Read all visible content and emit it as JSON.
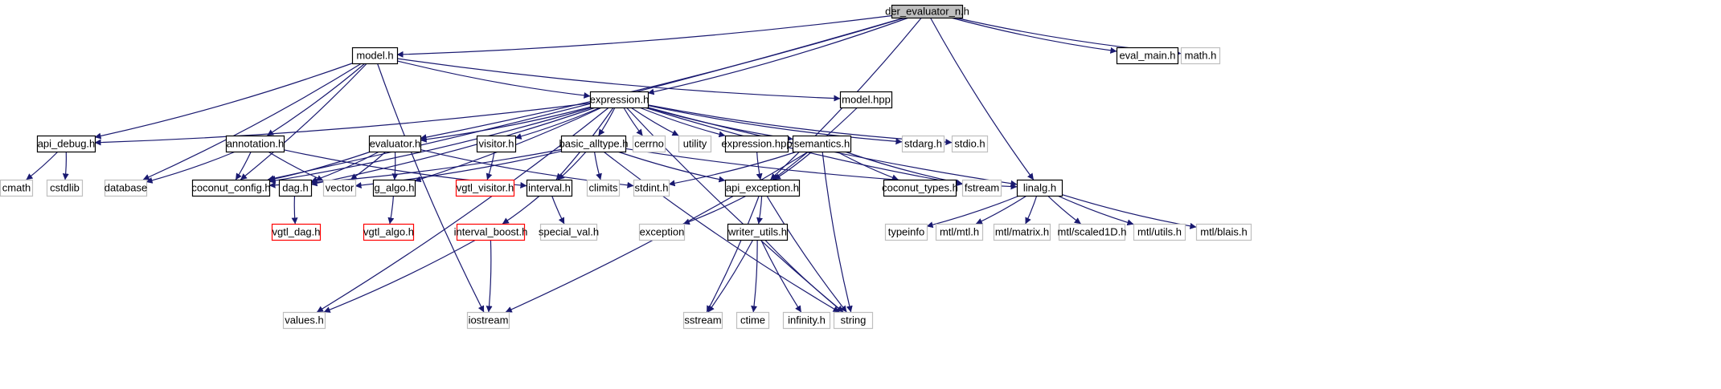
{
  "colors": {
    "edge": "#191970",
    "node_border_normal": "#000000",
    "node_border_external": "#bfbfbf",
    "node_border_missing": "#ff0000",
    "root_fill": "#bfbfbf",
    "node_fill": "#ffffff"
  },
  "nodes": [
    {
      "id": "der_evaluator_n",
      "label": "der_evaluator_n.h",
      "kind": "root"
    },
    {
      "id": "model_h",
      "label": "model.h",
      "kind": "normal"
    },
    {
      "id": "eval_main",
      "label": "eval_main.h",
      "kind": "normal"
    },
    {
      "id": "math_h",
      "label": "math.h",
      "kind": "external"
    },
    {
      "id": "expression_h",
      "label": "expression.h",
      "kind": "normal"
    },
    {
      "id": "model_hpp",
      "label": "model.hpp",
      "kind": "normal"
    },
    {
      "id": "api_debug",
      "label": "api_debug.h",
      "kind": "normal"
    },
    {
      "id": "annotation",
      "label": "annotation.h",
      "kind": "normal"
    },
    {
      "id": "evaluator",
      "label": "evaluator.h",
      "kind": "normal"
    },
    {
      "id": "visitor",
      "label": "visitor.h",
      "kind": "normal"
    },
    {
      "id": "basic_alltype",
      "label": "basic_alltype.h",
      "kind": "normal"
    },
    {
      "id": "cerrno",
      "label": "cerrno",
      "kind": "external"
    },
    {
      "id": "utility",
      "label": "utility",
      "kind": "external"
    },
    {
      "id": "expression_hpp",
      "label": "expression.hpp",
      "kind": "normal"
    },
    {
      "id": "semantics",
      "label": "semantics.h",
      "kind": "normal"
    },
    {
      "id": "stdarg",
      "label": "stdarg.h",
      "kind": "external"
    },
    {
      "id": "stdio",
      "label": "stdio.h",
      "kind": "external"
    },
    {
      "id": "cmath",
      "label": "cmath",
      "kind": "external"
    },
    {
      "id": "cstdlib",
      "label": "cstdlib",
      "kind": "external"
    },
    {
      "id": "database",
      "label": "database",
      "kind": "external"
    },
    {
      "id": "coconut_config",
      "label": "coconut_config.h",
      "kind": "normal"
    },
    {
      "id": "dag",
      "label": "dag.h",
      "kind": "normal"
    },
    {
      "id": "vector",
      "label": "vector",
      "kind": "external"
    },
    {
      "id": "g_algo",
      "label": "g_algo.h",
      "kind": "normal"
    },
    {
      "id": "vgtl_visitor",
      "label": "vgtl_visitor.h",
      "kind": "missing"
    },
    {
      "id": "interval",
      "label": "interval.h",
      "kind": "normal"
    },
    {
      "id": "climits",
      "label": "climits",
      "kind": "external"
    },
    {
      "id": "stdint",
      "label": "stdint.h",
      "kind": "external"
    },
    {
      "id": "api_exception",
      "label": "api_exception.h",
      "kind": "normal"
    },
    {
      "id": "coconut_types",
      "label": "coconut_types.h",
      "kind": "normal"
    },
    {
      "id": "fstream",
      "label": "fstream",
      "kind": "external"
    },
    {
      "id": "linalg",
      "label": "linalg.h",
      "kind": "normal"
    },
    {
      "id": "vgtl_dag",
      "label": "vgtl_dag.h",
      "kind": "missing"
    },
    {
      "id": "vgtl_algo",
      "label": "vgtl_algo.h",
      "kind": "missing"
    },
    {
      "id": "interval_boost",
      "label": "interval_boost.h",
      "kind": "missing"
    },
    {
      "id": "special_val",
      "label": "special_val.h",
      "kind": "external"
    },
    {
      "id": "exception",
      "label": "exception",
      "kind": "external"
    },
    {
      "id": "writer_utils",
      "label": "writer_utils.h",
      "kind": "normal"
    },
    {
      "id": "typeinfo",
      "label": "typeinfo",
      "kind": "external"
    },
    {
      "id": "mtl_mtl",
      "label": "mtl/mtl.h",
      "kind": "external"
    },
    {
      "id": "mtl_matrix",
      "label": "mtl/matrix.h",
      "kind": "external"
    },
    {
      "id": "mtl_scaled1D",
      "label": "mtl/scaled1D.h",
      "kind": "external"
    },
    {
      "id": "mtl_utils",
      "label": "mtl/utils.h",
      "kind": "external"
    },
    {
      "id": "mtl_blais",
      "label": "mtl/blais.h",
      "kind": "external"
    },
    {
      "id": "values",
      "label": "values.h",
      "kind": "external"
    },
    {
      "id": "iostream",
      "label": "iostream",
      "kind": "external"
    },
    {
      "id": "sstream",
      "label": "sstream",
      "kind": "external"
    },
    {
      "id": "ctime",
      "label": "ctime",
      "kind": "external"
    },
    {
      "id": "infinity",
      "label": "infinity.h",
      "kind": "external"
    },
    {
      "id": "string",
      "label": "string",
      "kind": "external"
    }
  ],
  "edges": [
    [
      "der_evaluator_n",
      "model_h"
    ],
    [
      "der_evaluator_n",
      "eval_main"
    ],
    [
      "der_evaluator_n",
      "math_h"
    ],
    [
      "der_evaluator_n",
      "expression_h"
    ],
    [
      "der_evaluator_n",
      "evaluator"
    ],
    [
      "der_evaluator_n",
      "coconut_config"
    ],
    [
      "der_evaluator_n",
      "api_exception"
    ],
    [
      "der_evaluator_n",
      "linalg"
    ],
    [
      "model_h",
      "expression_h"
    ],
    [
      "model_h",
      "model_hpp"
    ],
    [
      "model_h",
      "api_debug"
    ],
    [
      "model_h",
      "annotation"
    ],
    [
      "model_h",
      "database"
    ],
    [
      "model_h",
      "coconut_config"
    ],
    [
      "model_h",
      "iostream"
    ],
    [
      "model_hpp",
      "api_exception"
    ],
    [
      "expression_h",
      "api_debug"
    ],
    [
      "expression_h",
      "evaluator"
    ],
    [
      "expression_h",
      "visitor"
    ],
    [
      "expression_h",
      "basic_alltype"
    ],
    [
      "expression_h",
      "cerrno"
    ],
    [
      "expression_h",
      "utility"
    ],
    [
      "expression_h",
      "expression_hpp"
    ],
    [
      "expression_h",
      "semantics"
    ],
    [
      "expression_h",
      "stdarg"
    ],
    [
      "expression_h",
      "stdio"
    ],
    [
      "expression_h",
      "coconut_config"
    ],
    [
      "expression_h",
      "dag"
    ],
    [
      "expression_h",
      "g_algo"
    ],
    [
      "expression_h",
      "interval"
    ],
    [
      "expression_h",
      "linalg"
    ],
    [
      "expression_h",
      "fstream"
    ],
    [
      "expression_h",
      "values"
    ],
    [
      "expression_h",
      "string"
    ],
    [
      "api_debug",
      "cmath"
    ],
    [
      "api_debug",
      "cstdlib"
    ],
    [
      "annotation",
      "database"
    ],
    [
      "annotation",
      "coconut_config"
    ],
    [
      "annotation",
      "vector"
    ],
    [
      "annotation",
      "interval"
    ],
    [
      "evaluator",
      "coconut_config"
    ],
    [
      "evaluator",
      "dag"
    ],
    [
      "evaluator",
      "vector"
    ],
    [
      "evaluator",
      "g_algo"
    ],
    [
      "evaluator",
      "stdint"
    ],
    [
      "visitor",
      "vgtl_visitor"
    ],
    [
      "basic_alltype",
      "coconut_config"
    ],
    [
      "basic_alltype",
      "vector"
    ],
    [
      "basic_alltype",
      "interval"
    ],
    [
      "basic_alltype",
      "climits"
    ],
    [
      "basic_alltype",
      "api_exception"
    ],
    [
      "basic_alltype",
      "linalg"
    ],
    [
      "basic_alltype",
      "string"
    ],
    [
      "expression_hpp",
      "api_exception"
    ],
    [
      "semantics",
      "stdint"
    ],
    [
      "semantics",
      "api_exception"
    ],
    [
      "semantics",
      "coconut_types"
    ],
    [
      "semantics",
      "fstream"
    ],
    [
      "semantics",
      "iostream"
    ],
    [
      "semantics",
      "string"
    ],
    [
      "dag",
      "vgtl_dag"
    ],
    [
      "g_algo",
      "vgtl_algo"
    ],
    [
      "interval",
      "interval_boost"
    ],
    [
      "interval",
      "special_val"
    ],
    [
      "interval_boost",
      "values"
    ],
    [
      "interval_boost",
      "iostream"
    ],
    [
      "api_exception",
      "exception"
    ],
    [
      "api_exception",
      "writer_utils"
    ],
    [
      "api_exception",
      "sstream"
    ],
    [
      "api_exception",
      "string"
    ],
    [
      "writer_utils",
      "sstream"
    ],
    [
      "writer_utils",
      "ctime"
    ],
    [
      "writer_utils",
      "infinity"
    ],
    [
      "writer_utils",
      "string"
    ],
    [
      "linalg",
      "typeinfo"
    ],
    [
      "linalg",
      "mtl_mtl"
    ],
    [
      "linalg",
      "mtl_matrix"
    ],
    [
      "linalg",
      "mtl_scaled1D"
    ],
    [
      "linalg",
      "mtl_utils"
    ],
    [
      "linalg",
      "mtl_blais"
    ]
  ]
}
